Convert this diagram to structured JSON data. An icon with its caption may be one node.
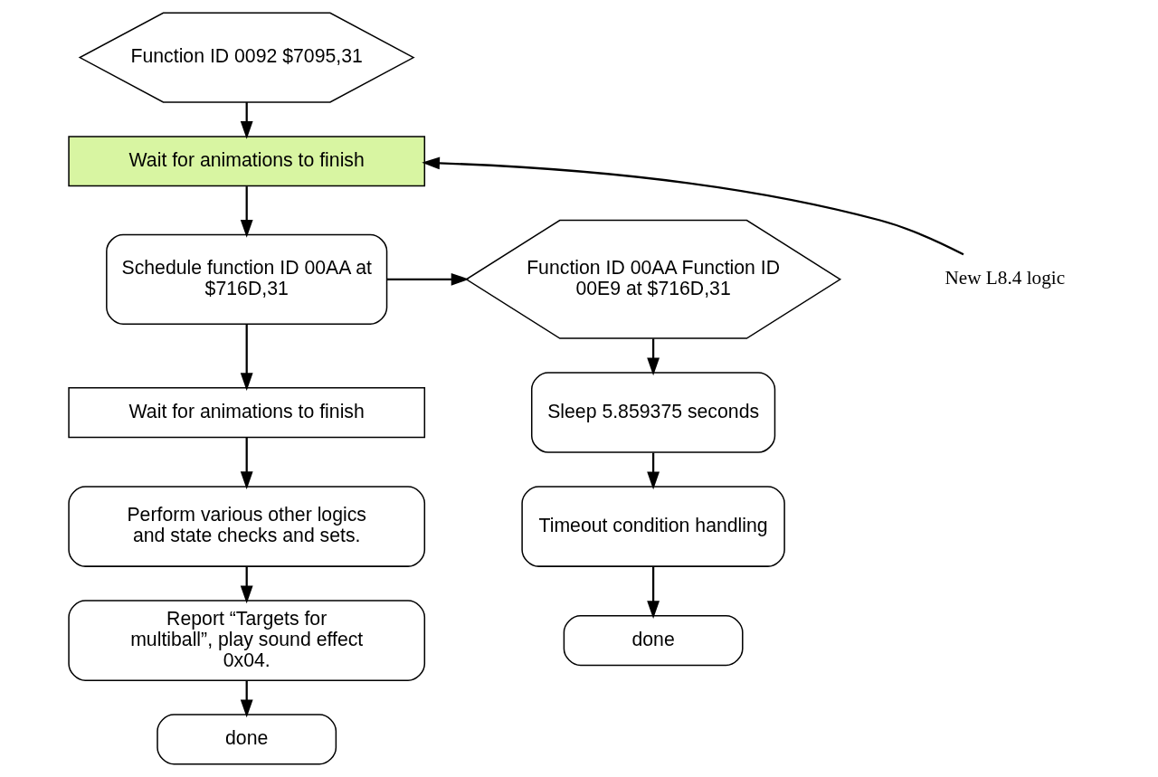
{
  "diagram": {
    "nodes": [
      {
        "text": [
          "Function ID 0092 $7095,31"
        ]
      },
      {
        "text": [
          "Wait for animations to finish"
        ]
      },
      {
        "text": [
          "Schedule function ID 00AA at $716D,31"
        ]
      },
      {
        "text": [
          "Wait for animations to finish"
        ]
      },
      {
        "text": [
          "Perform various other logics and state checks and sets."
        ]
      },
      {
        "text": [
          "Report “Targets for multiball”, play sound effect 0x04."
        ]
      },
      {
        "text": [
          "done"
        ]
      },
      {
        "text": [
          "Function ID 00AA Function ID 00E9 at $716D,31"
        ]
      },
      {
        "text": [
          "Sleep 5.859375 seconds"
        ]
      },
      {
        "text": [
          "Timeout condition handling"
        ]
      },
      {
        "text": [
          "done"
        ]
      },
      {
        "text": [
          "New L8.4 logic"
        ]
      }
    ],
    "edges": [
      {
        "from": 0,
        "to": 1,
        "arrow": "to"
      },
      {
        "from": 1,
        "to": 2,
        "arrow": "to"
      },
      {
        "from": 2,
        "to": 3,
        "arrow": "to"
      },
      {
        "from": 3,
        "to": 4,
        "arrow": "to"
      },
      {
        "from": 4,
        "to": 5,
        "arrow": "to"
      },
      {
        "from": 5,
        "to": 6,
        "arrow": "to"
      },
      {
        "from": 2,
        "to": 7,
        "arrow": "to"
      },
      {
        "from": 7,
        "to": 8,
        "arrow": "to"
      },
      {
        "from": 8,
        "to": 9,
        "arrow": "to"
      },
      {
        "from": 9,
        "to": 10,
        "arrow": "to"
      },
      {
        "from": 11,
        "to": 1,
        "arrow": "to"
      }
    ]
  }
}
